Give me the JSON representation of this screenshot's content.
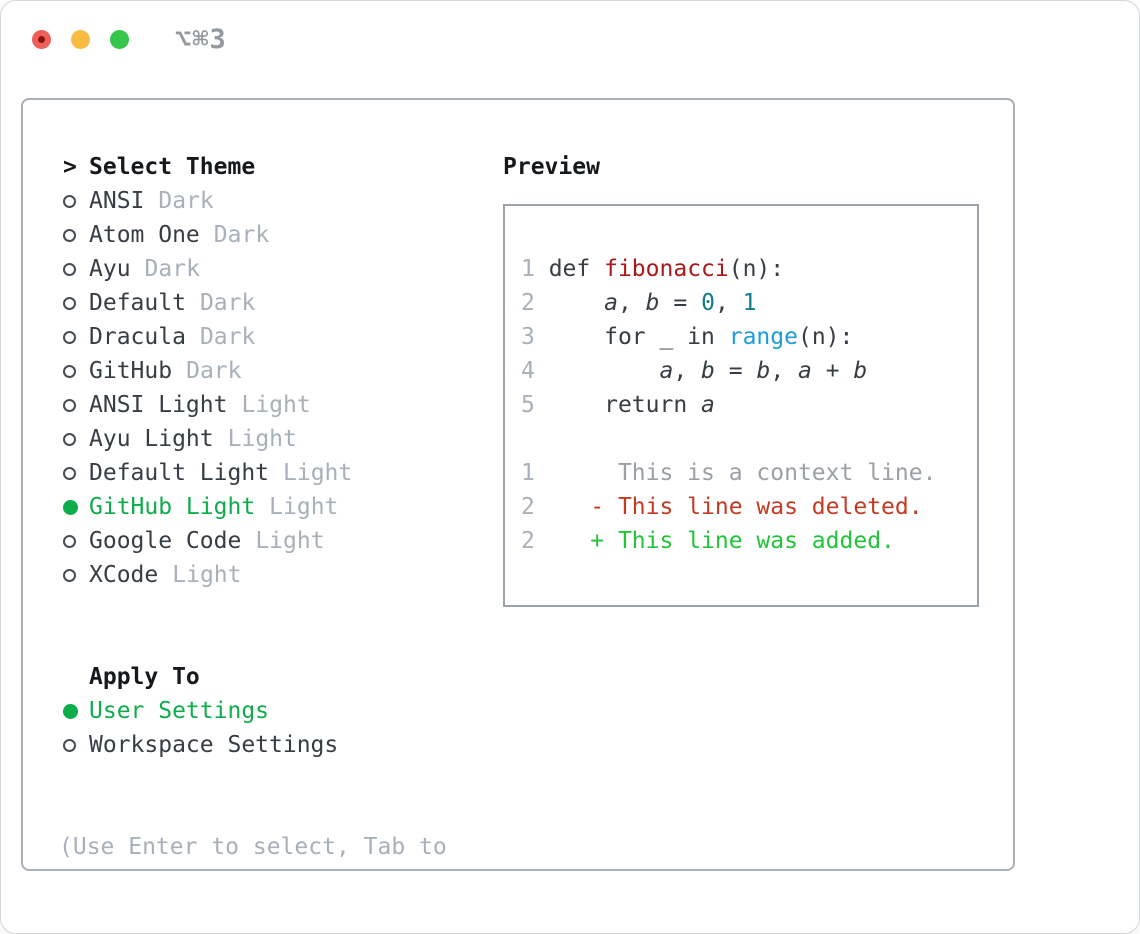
{
  "window": {
    "title": "⌥⌘3",
    "traffic_lights": [
      "close",
      "minimize",
      "zoom"
    ]
  },
  "colors": {
    "dark": "#363d44",
    "heading": "#15191d",
    "gray": "#a7b0bb",
    "green": "#0dad4b",
    "add": "#22c53a",
    "del": "#c43a23",
    "fn": "#a81919",
    "lit": "#0f7e87",
    "call": "#1d9cd8",
    "ctx": "#9aa0a6",
    "panelBorder": "#a9b0b8",
    "boxBorder": "#9aa2ac",
    "titlebarText": "#94999e"
  },
  "theme_picker": {
    "header_prefix": ">",
    "header": "Select Theme",
    "items": [
      {
        "name": "ANSI",
        "variant": "Dark",
        "selected": false
      },
      {
        "name": "Atom One",
        "variant": "Dark",
        "selected": false
      },
      {
        "name": "Ayu",
        "variant": "Dark",
        "selected": false
      },
      {
        "name": "Default",
        "variant": "Dark",
        "selected": false
      },
      {
        "name": "Dracula",
        "variant": "Dark",
        "selected": false
      },
      {
        "name": "GitHub",
        "variant": "Dark",
        "selected": false
      },
      {
        "name": "ANSI Light",
        "variant": "Light",
        "selected": false
      },
      {
        "name": "Ayu Light",
        "variant": "Light",
        "selected": false
      },
      {
        "name": "Default Light",
        "variant": "Light",
        "selected": false
      },
      {
        "name": "GitHub Light",
        "variant": "Light",
        "selected": true
      },
      {
        "name": "Google Code",
        "variant": "Light",
        "selected": false
      },
      {
        "name": "XCode",
        "variant": "Light",
        "selected": false
      }
    ],
    "apply_to": {
      "header": "Apply To",
      "options": [
        {
          "label": "User Settings",
          "selected": true
        },
        {
          "label": "Workspace Settings",
          "selected": false
        }
      ]
    },
    "hint": "(Use Enter to select, Tab to change focus)"
  },
  "preview": {
    "header": "Preview",
    "lines": [
      {
        "num": "1",
        "segs": [
          {
            "t": " def ",
            "c": "code"
          },
          {
            "t": "fibonacci",
            "c": "fn"
          },
          {
            "t": "(n):",
            "c": "code"
          }
        ]
      },
      {
        "num": "2",
        "segs": [
          {
            "t": "     ",
            "c": "code"
          },
          {
            "t": "a",
            "c": "var"
          },
          {
            "t": ", ",
            "c": "code"
          },
          {
            "t": "b",
            "c": "var"
          },
          {
            "t": " = ",
            "c": "code"
          },
          {
            "t": "0",
            "c": "lit"
          },
          {
            "t": ", ",
            "c": "code"
          },
          {
            "t": "1",
            "c": "lit"
          }
        ]
      },
      {
        "num": "3",
        "segs": [
          {
            "t": "     for _ in ",
            "c": "code"
          },
          {
            "t": "range",
            "c": "call"
          },
          {
            "t": "(n):",
            "c": "code"
          }
        ]
      },
      {
        "num": "4",
        "segs": [
          {
            "t": "         ",
            "c": "code"
          },
          {
            "t": "a",
            "c": "var"
          },
          {
            "t": ", ",
            "c": "code"
          },
          {
            "t": "b",
            "c": "var"
          },
          {
            "t": " = ",
            "c": "code"
          },
          {
            "t": "b",
            "c": "var"
          },
          {
            "t": ", ",
            "c": "code"
          },
          {
            "t": "a",
            "c": "var"
          },
          {
            "t": " + ",
            "c": "code"
          },
          {
            "t": "b",
            "c": "var"
          }
        ]
      },
      {
        "num": "5",
        "segs": [
          {
            "t": "     return ",
            "c": "code"
          },
          {
            "t": "a",
            "c": "var"
          }
        ]
      },
      {
        "blank": true
      },
      {
        "num": "1",
        "segs": [
          {
            "t": "      This is a context line.",
            "c": "ctx"
          }
        ]
      },
      {
        "num": "2",
        "segs": [
          {
            "t": "    - This line was deleted.",
            "c": "del"
          }
        ]
      },
      {
        "num": "2",
        "segs": [
          {
            "t": "    + This line was added.",
            "c": "add"
          }
        ]
      }
    ]
  }
}
